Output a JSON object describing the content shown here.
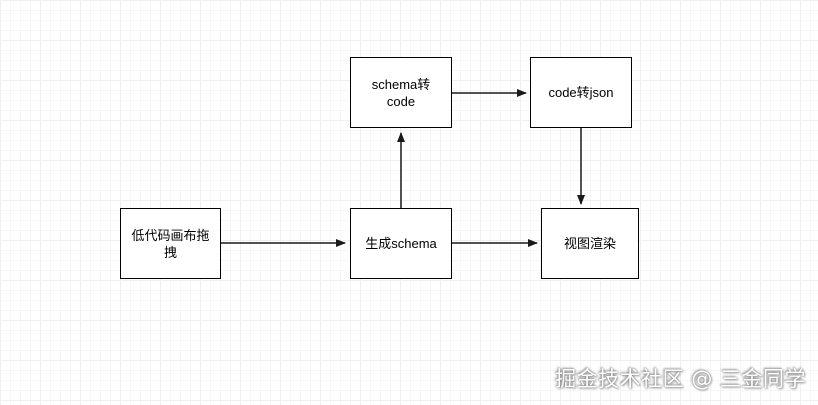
{
  "diagram": {
    "nodes": {
      "lowcode_drag": {
        "label": "低代码画布拖\n拽"
      },
      "gen_schema": {
        "label": "生成schema"
      },
      "schema_to_code": {
        "label": "schema转\ncode"
      },
      "code_to_json": {
        "label": "code转json"
      },
      "view_render": {
        "label": "视图渲染"
      }
    },
    "edges": [
      {
        "from": "lowcode_drag",
        "to": "gen_schema"
      },
      {
        "from": "gen_schema",
        "to": "schema_to_code"
      },
      {
        "from": "schema_to_code",
        "to": "code_to_json"
      },
      {
        "from": "code_to_json",
        "to": "view_render"
      },
      {
        "from": "gen_schema",
        "to": "view_render"
      }
    ],
    "colors": {
      "stroke": "#000000",
      "edge": "#1a1a1a",
      "grid": "#efefef"
    }
  },
  "watermark": {
    "text": "掘金技术社区 @ 三金同学"
  }
}
